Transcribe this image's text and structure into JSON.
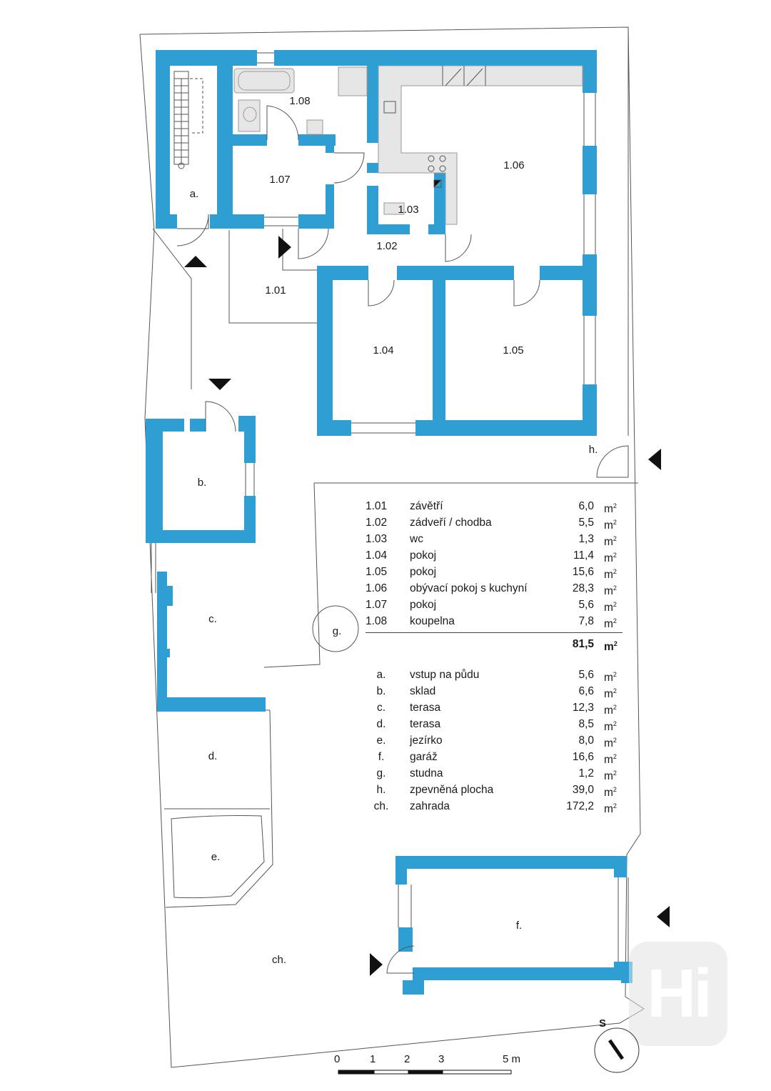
{
  "rooms": {
    "r101": "1.01",
    "r102": "1.02",
    "r103": "1.03",
    "r104": "1.04",
    "r105": "1.05",
    "r106": "1.06",
    "r107": "1.07",
    "r108": "1.08",
    "a": "a.",
    "b": "b.",
    "c": "c.",
    "d": "d.",
    "e": "e.",
    "f": "f.",
    "g": "g.",
    "h": "h.",
    "ch": "ch."
  },
  "legend": {
    "interior": [
      {
        "code": "1.01",
        "name": "závětří",
        "area": "6,0",
        "unit": "m"
      },
      {
        "code": "1.02",
        "name": "zádveří / chodba",
        "area": "5,5",
        "unit": "m"
      },
      {
        "code": "1.03",
        "name": "wc",
        "area": "1,3",
        "unit": "m"
      },
      {
        "code": "1.04",
        "name": "pokoj",
        "area": "11,4",
        "unit": "m"
      },
      {
        "code": "1.05",
        "name": "pokoj",
        "area": "15,6",
        "unit": "m"
      },
      {
        "code": "1.06",
        "name": "obývací pokoj s kuchyní",
        "area": "28,3",
        "unit": "m"
      },
      {
        "code": "1.07",
        "name": "pokoj",
        "area": "5,6",
        "unit": "m"
      },
      {
        "code": "1.08",
        "name": "koupelna",
        "area": "7,8",
        "unit": "m"
      }
    ],
    "total": {
      "area": "81,5",
      "unit": "m"
    },
    "exterior": [
      {
        "code": "a.",
        "name": "vstup na půdu",
        "area": "5,6",
        "unit": "m"
      },
      {
        "code": "b.",
        "name": "sklad",
        "area": "6,6",
        "unit": "m"
      },
      {
        "code": "c.",
        "name": "terasa",
        "area": "12,3",
        "unit": "m"
      },
      {
        "code": "d.",
        "name": "terasa",
        "area": "8,5",
        "unit": "m"
      },
      {
        "code": "e.",
        "name": "jezírko",
        "area": "8,0",
        "unit": "m"
      },
      {
        "code": "f.",
        "name": "garáž",
        "area": "16,6",
        "unit": "m"
      },
      {
        "code": "g.",
        "name": "studna",
        "area": "1,2",
        "unit": "m"
      },
      {
        "code": "h.",
        "name": "zpevněná plocha",
        "area": "39,0",
        "unit": "m"
      },
      {
        "code": "ch.",
        "name": "zahrada",
        "area": "172,2",
        "unit": "m"
      }
    ],
    "superscript": "2"
  },
  "scale": {
    "ticks": [
      "0",
      "1",
      "2",
      "3",
      "5 m"
    ]
  },
  "north_label": "S",
  "logo_text": "Hi",
  "colors": {
    "wall": "#2f9fd3",
    "fixture": "#e6e6e6"
  }
}
